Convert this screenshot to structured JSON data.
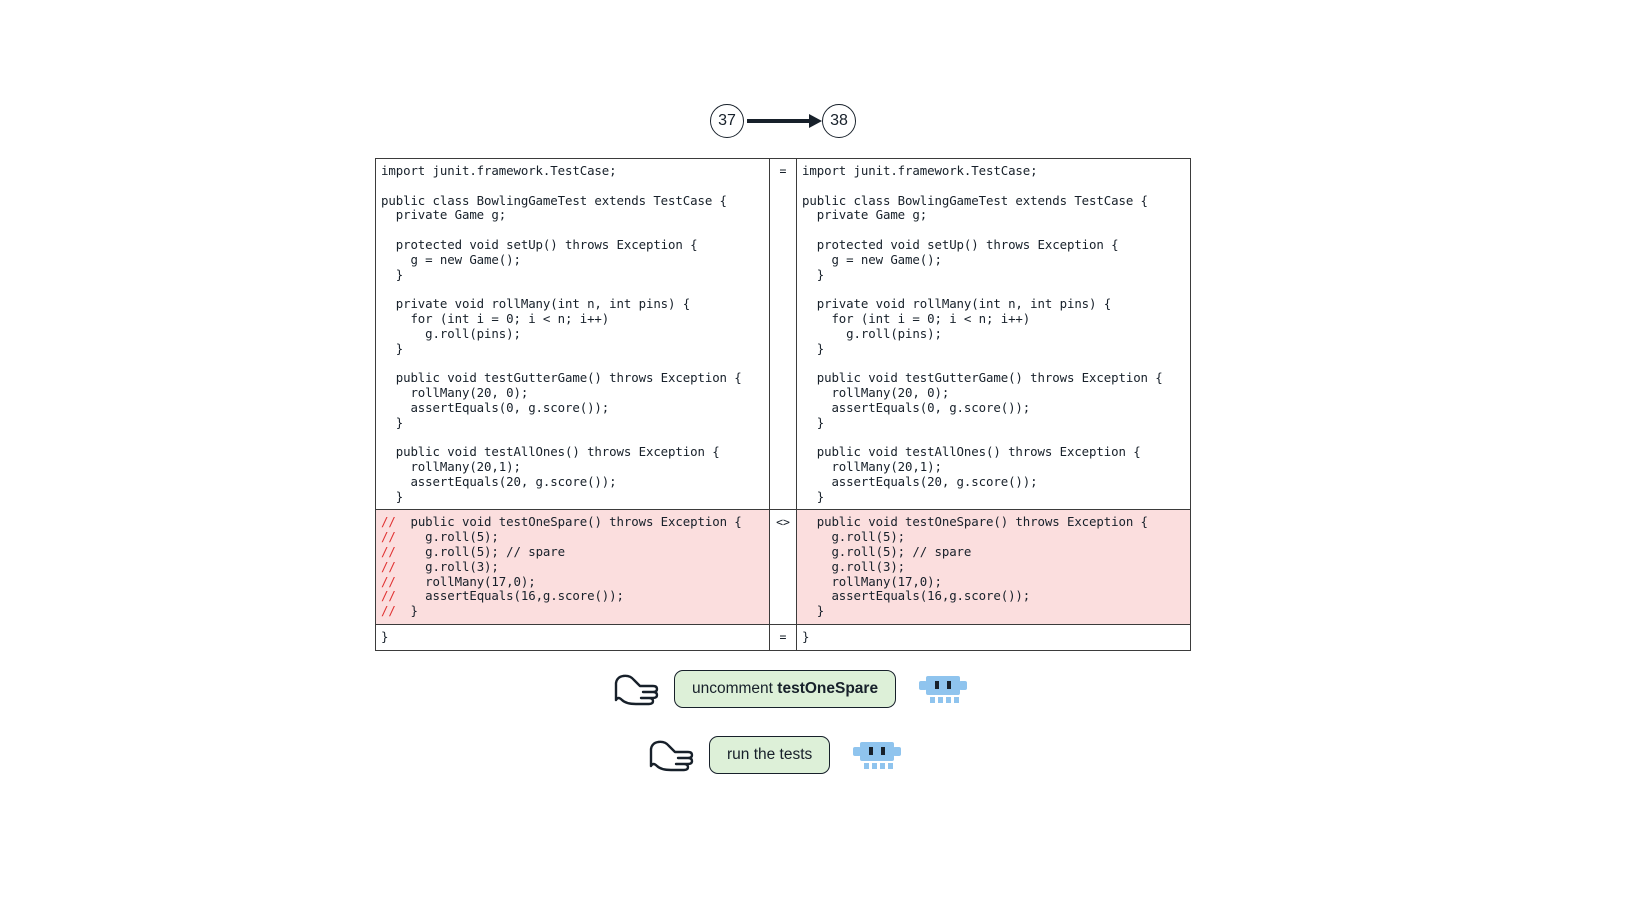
{
  "version_transition": {
    "from": "37",
    "to": "38",
    "arrow_icon": "arrow-right-icon"
  },
  "diff": {
    "gutter_markers": {
      "unchanged": "=",
      "changed": "<>"
    },
    "blocks": [
      {
        "status": "unchanged",
        "marker": "=",
        "left": "import junit.framework.TestCase;\n\npublic class BowlingGameTest extends TestCase {\n  private Game g;\n\n  protected void setUp() throws Exception {\n    g = new Game();\n  }\n\n  private void rollMany(int n, int pins) {\n    for (int i = 0; i < n; i++)\n      g.roll(pins);\n  }\n\n  public void testGutterGame() throws Exception {\n    rollMany(20, 0);\n    assertEquals(0, g.score());\n  }\n\n  public void testAllOnes() throws Exception {\n    rollMany(20,1);\n    assertEquals(20, g.score());\n  }",
        "right": "import junit.framework.TestCase;\n\npublic class BowlingGameTest extends TestCase {\n  private Game g;\n\n  protected void setUp() throws Exception {\n    g = new Game();\n  }\n\n  private void rollMany(int n, int pins) {\n    for (int i = 0; i < n; i++)\n      g.roll(pins);\n  }\n\n  public void testGutterGame() throws Exception {\n    rollMany(20, 0);\n    assertEquals(0, g.score());\n  }\n\n  public void testAllOnes() throws Exception {\n    rollMany(20,1);\n    assertEquals(20, g.score());\n  }"
      },
      {
        "status": "changed",
        "marker": "<>",
        "left_commented_lines": [
          "  public void testOneSpare() throws Exception {",
          "    g.roll(5);",
          "    g.roll(5); // spare",
          "    g.roll(3);",
          "    rollMany(17,0);",
          "    assertEquals(16,g.score());",
          "  }"
        ],
        "left_comment_prefix": "//",
        "right": "  public void testOneSpare() throws Exception {\n    g.roll(5);\n    g.roll(5); // spare\n    g.roll(3);\n    rollMany(17,0);\n    assertEquals(16,g.score());\n  }"
      },
      {
        "status": "unchanged",
        "marker": "=",
        "left": "}",
        "right": "}"
      }
    ]
  },
  "annotations": [
    {
      "hand_icon": "pointing-hand-icon",
      "label_prefix": "uncomment ",
      "label_strong": "testOneSpare",
      "robot_icon": "robot-icon"
    },
    {
      "hand_icon": "pointing-hand-icon",
      "label_prefix": "run the tests",
      "label_strong": "",
      "robot_icon": "robot-icon"
    }
  ],
  "colors": {
    "changed_background": "#fbdede",
    "comment_marker": "#e03131",
    "pill_background": "#ddf0d8",
    "robot": "#8fc4ee",
    "outline": "#17202a"
  }
}
